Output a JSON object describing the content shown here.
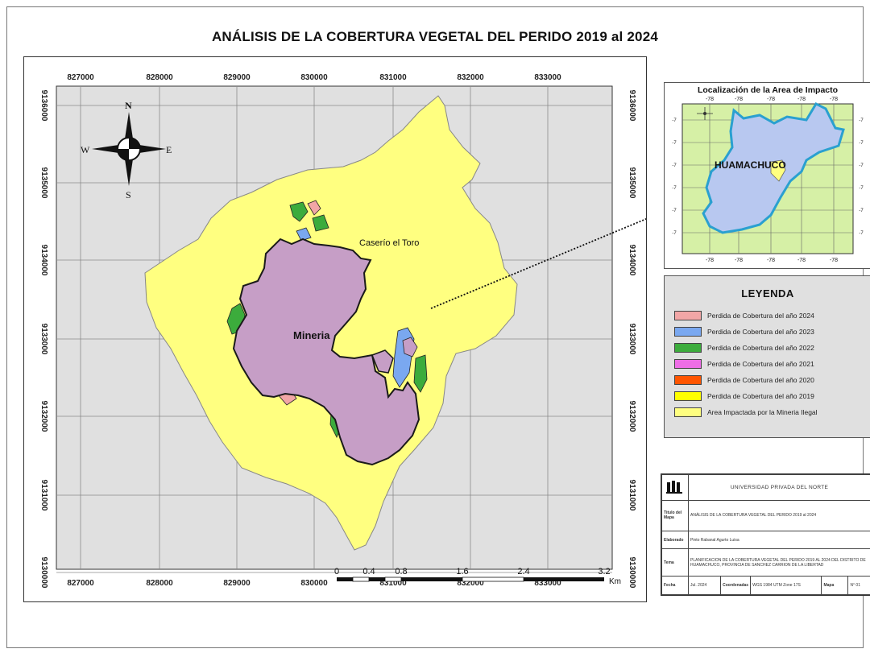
{
  "title": "ANÁLISIS DE LA COBERTURA VEGETAL DEL PERIDO 2019 al 2024",
  "map": {
    "x_ticks": [
      "827000",
      "828000",
      "829000",
      "830000",
      "831000",
      "832000",
      "833000"
    ],
    "y_ticks": [
      "9136000",
      "9135000",
      "9134000",
      "9133000",
      "9132000",
      "9131000",
      "9130000"
    ],
    "labels": {
      "mineria": "Mineria",
      "caserio": "Caserío el Toro"
    },
    "north_arrow": {
      "n": "N",
      "s": "S",
      "e": "E",
      "w": "W"
    },
    "scale_bar": {
      "ticks": [
        "0",
        "0.4",
        "0.8",
        "1.6",
        "2.4",
        "3.2"
      ],
      "unit": "Km"
    },
    "colors": {
      "background": "#e0e0e0",
      "impact_area": "#ffff80",
      "mining": "#c69ec6",
      "grid": "#8a8a8a"
    }
  },
  "inset": {
    "title": "Localización de la Area de Impacto",
    "label": "HUAMACHUCO",
    "top_ticks": [
      "-78",
      "-78",
      "-78",
      "-78",
      "-78"
    ],
    "bottom_ticks": [
      "-78",
      "-78",
      "-78",
      "-78",
      "-78"
    ],
    "left_ticks": [
      "-7",
      "-7",
      "-7",
      "-7",
      "-7",
      "-7"
    ],
    "right_ticks": [
      "-7",
      "-7",
      "-7",
      "-7",
      "-7",
      "-7"
    ],
    "colors": {
      "background": "#d6f0a6",
      "district_fill": "#b8c8f0",
      "district_outline": "#2aa0d0"
    }
  },
  "legend": {
    "title": "LEYENDA",
    "items": [
      {
        "label": "Perdida de Cobertura del año 2024",
        "color": "#f2a6a6"
      },
      {
        "label": "Perdida de Cobertura del año 2023",
        "color": "#7aa8f0"
      },
      {
        "label": "Perdida de Cobertura del año 2022",
        "color": "#3cac3c"
      },
      {
        "label": "Perdida de Cobertura del año 2021",
        "color": "#ee6ee6"
      },
      {
        "label": "Perdida de Cobertura del año 2020",
        "color": "#ff5500"
      },
      {
        "label": "Perdida de Cobertura del año 2019",
        "color": "#ffff00"
      },
      {
        "label": "Area Impactada por la Mineria Ilegal",
        "color": "#ffff80"
      }
    ]
  },
  "info": {
    "university": "UNIVERSIDAD PRIVADA DEL NORTE",
    "rows": [
      {
        "label": "Titulo del Mapa",
        "value": "ANÁLISIS DE LA COBERTURA VEGETAL DEL PERIDO 2019 al 2024"
      },
      {
        "label": "Elaborado",
        "value": "Pinto Rabanal Agurto Luisa"
      },
      {
        "label": "Tema",
        "value": "PLANIFICACION DE LA COBERTURA VEGETAL DEL PERIDO 2019 AL 2024 DEL DISTRITO DE HUAMACHUCO, PROVINCIA DE SANCHEZ CARRION DE LA LIBERTAD"
      }
    ],
    "footer": {
      "fecha_label": "Fecha",
      "fecha": "Jul. 2024",
      "coord_label": "Coordenadas",
      "coord": "WGS 1984 UTM Zone 17S",
      "escala_label": "Mapa",
      "escala": "N° 01"
    }
  }
}
